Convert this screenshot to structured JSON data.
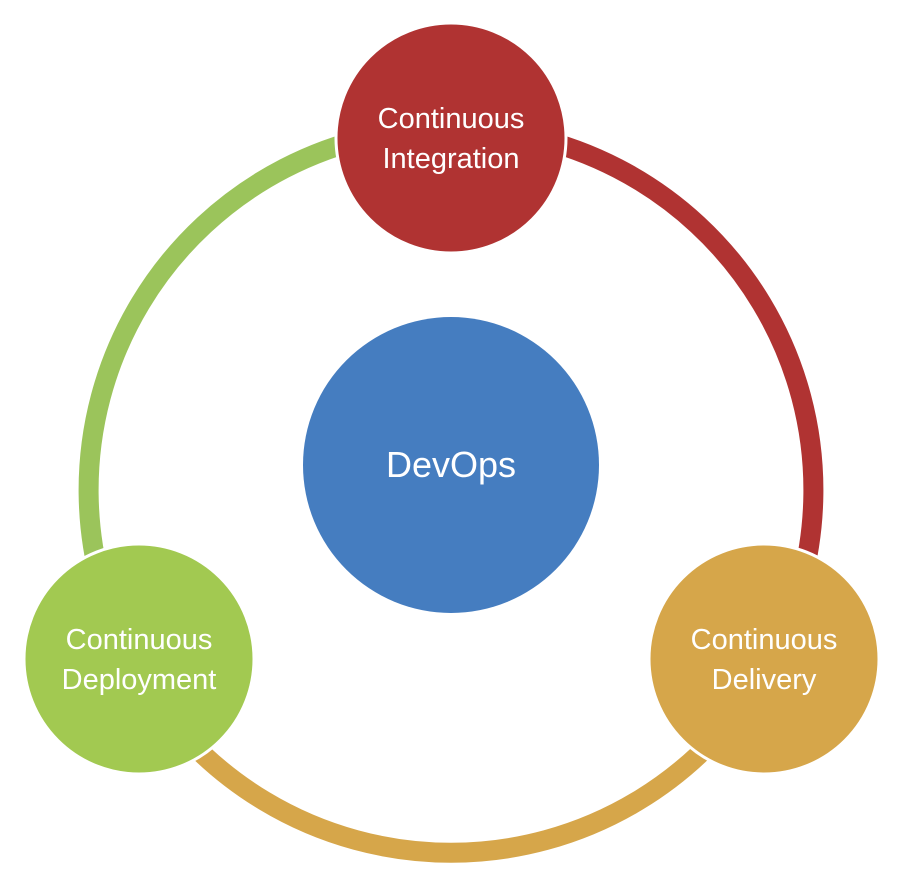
{
  "center": {
    "label": "DevOps",
    "color": "#457DC0"
  },
  "nodes": [
    {
      "id": "integration",
      "lines": [
        "Continuous",
        "Integration"
      ],
      "color": "#B03332"
    },
    {
      "id": "delivery",
      "lines": [
        "Continuous",
        "Delivery"
      ],
      "color": "#D6A64A"
    },
    {
      "id": "deployment",
      "lines": [
        "Continuous",
        "Deployment"
      ],
      "color": "#A2C951"
    }
  ],
  "ring_colors": {
    "integration_to_delivery": "#B03332",
    "delivery_to_deployment": "#D6A64A",
    "deployment_to_integration": "#9BC45B"
  }
}
